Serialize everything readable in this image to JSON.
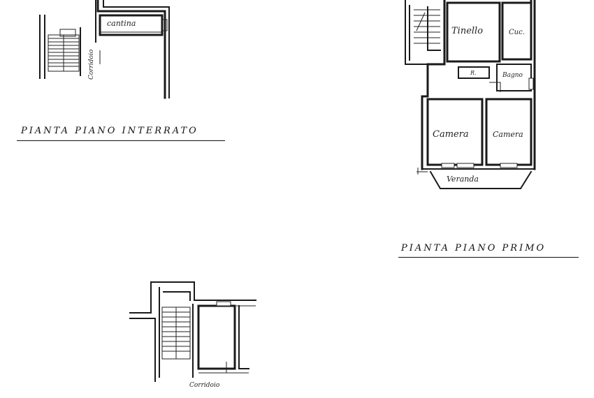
{
  "basement": {
    "title": "PIANTA   PIANO   INTERRATO",
    "rooms": {
      "cellar": "cantina",
      "corridor": "Corridoio"
    }
  },
  "first_floor": {
    "title": "PIANTA   PIANO   PRIMO",
    "rooms": {
      "dining": "Tinello",
      "kitchen": "Cuc.",
      "closet": "R.",
      "bath": "Bagno",
      "bedroom_left": "Camera",
      "bedroom_right": "Camera",
      "veranda": "Veranda"
    }
  },
  "ground_floor": {
    "rooms": {
      "corridor": "Corridoio"
    }
  }
}
